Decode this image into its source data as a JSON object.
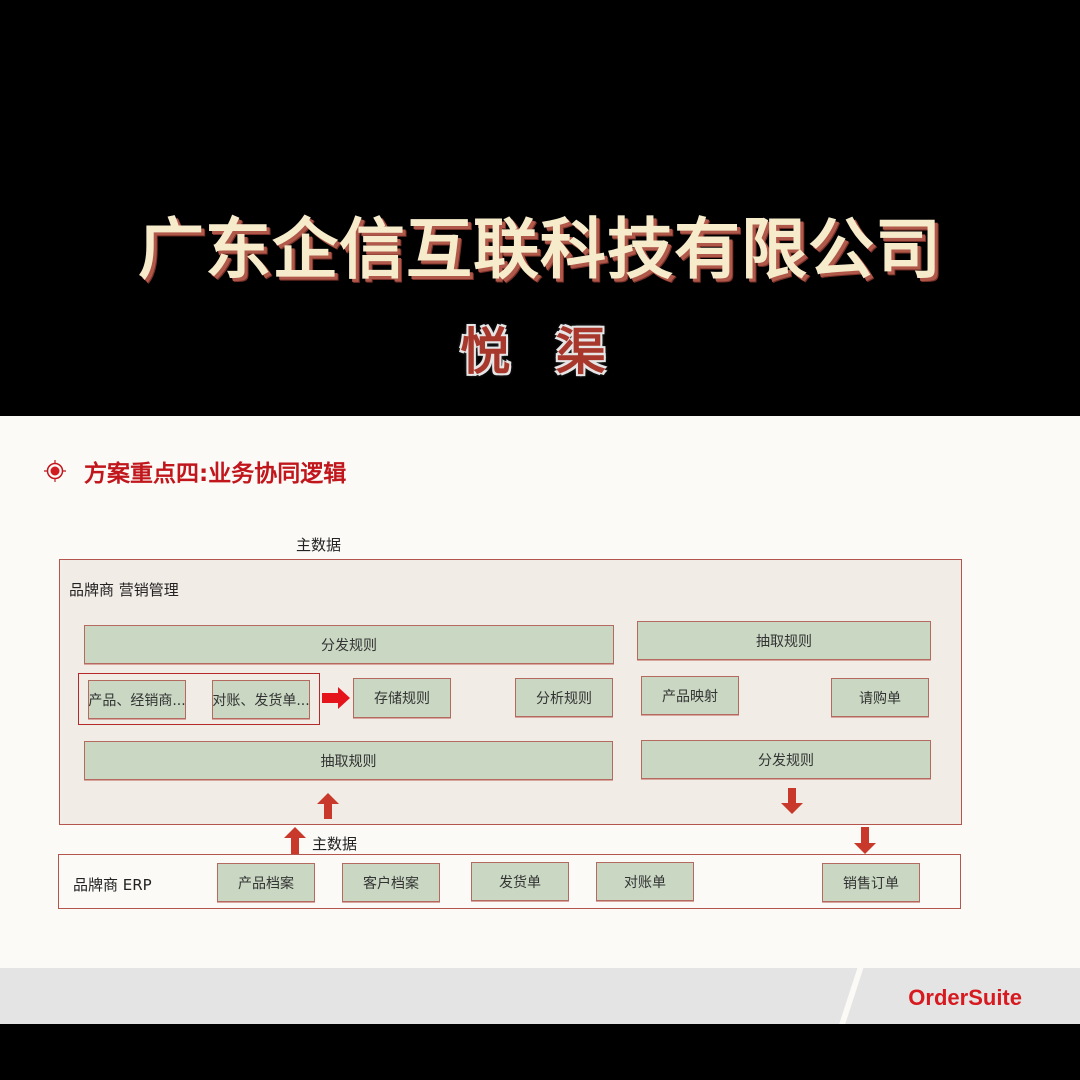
{
  "banner": {
    "company_name": "广东企信互联科技有限公司",
    "product_name": "悦 渠"
  },
  "section": {
    "icon": "target-icon",
    "title": "方案重点四:业务协同逻辑"
  },
  "diagram": {
    "top_label": "主数据",
    "marketing_panel": {
      "title": "品牌商 营销管理",
      "left": {
        "distribute_rule": "分发规则",
        "source_group": [
          "产品、经销商...",
          "对账、发货单..."
        ],
        "storage_rule": "存储规则",
        "analysis_rule": "分析规则",
        "extract_rule": "抽取规则"
      },
      "right": {
        "extract_rule": "抽取规则",
        "product_mapping": "产品映射",
        "purchase_request": "请购单",
        "distribute_rule": "分发规则"
      }
    },
    "middle_label": "主数据",
    "erp_panel": {
      "title": "品牌商 ERP",
      "items": [
        "产品档案",
        "客户档案",
        "发货单",
        "对账单",
        "销售订单"
      ]
    },
    "colors": {
      "accent_red": "#c0161c",
      "arrow_red": "#c8392b",
      "box_green": "#c9d7c3",
      "panel_bg": "#f2ece7",
      "panel_border": "#b5564e"
    }
  },
  "footer": {
    "brand": "OrderSuite"
  }
}
